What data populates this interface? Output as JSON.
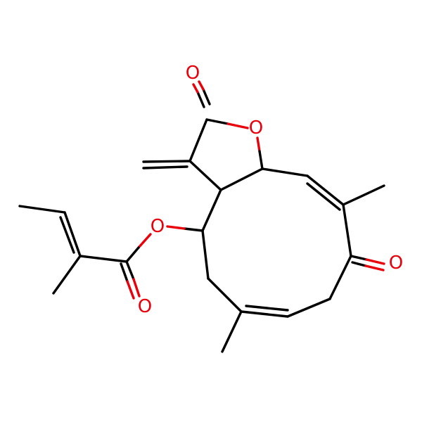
{
  "colors": {
    "background": "#ffffff",
    "bond": "#000000",
    "oxygen": "#e8000b"
  },
  "molecule": {
    "atom_labels": {
      "o_lactone_carbonyl": "O",
      "o_ring": "O",
      "o_ketone": "O",
      "o_ester_link": "O",
      "o_ester_carbonyl": "O"
    }
  }
}
